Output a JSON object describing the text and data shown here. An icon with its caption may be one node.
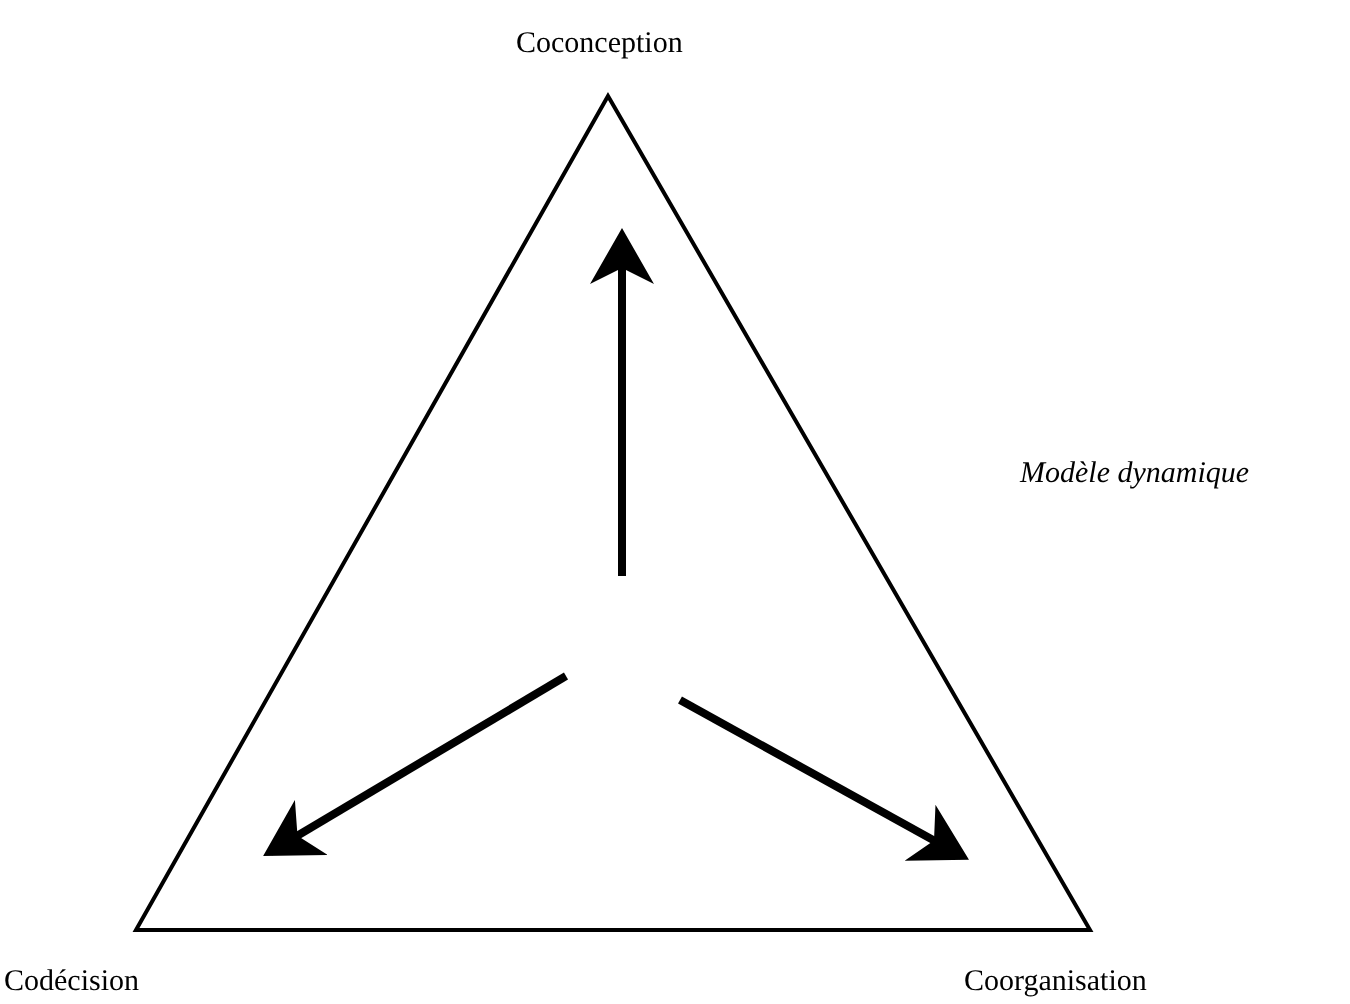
{
  "diagram": {
    "nodes": [
      {
        "text": [
          "Coconception"
        ]
      },
      {
        "text": [
          "Codécision"
        ]
      },
      {
        "text": [
          "Coorganisation"
        ]
      }
    ],
    "labels": [
      "Modèle dynamique"
    ]
  }
}
